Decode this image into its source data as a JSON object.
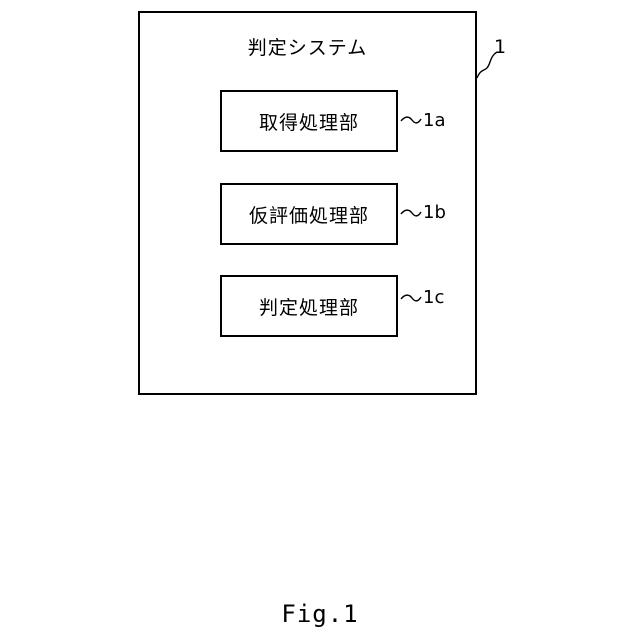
{
  "system": {
    "title": "判定システム",
    "ref": "1"
  },
  "units": [
    {
      "label": "取得処理部",
      "ref": "1a"
    },
    {
      "label": "仮評価処理部",
      "ref": "1b"
    },
    {
      "label": "判定処理部",
      "ref": "1c"
    }
  ],
  "figure_label": "Fig.1"
}
